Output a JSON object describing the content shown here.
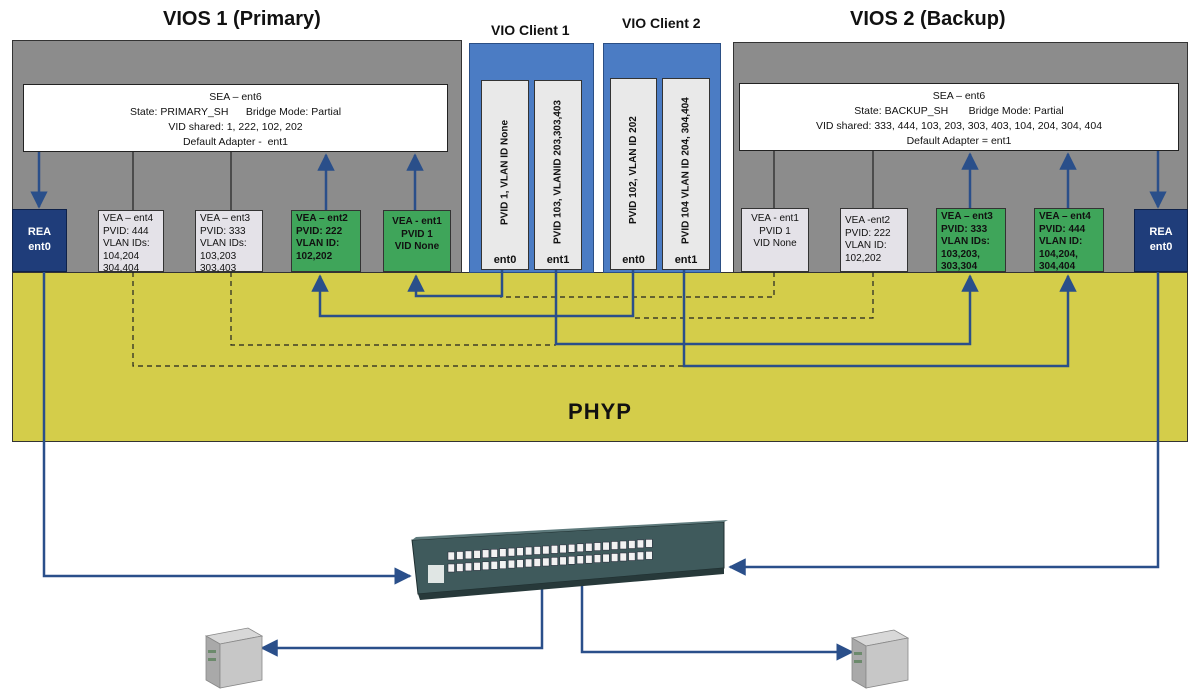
{
  "vios1": {
    "title": "VIOS 1 (Primary)",
    "sea": {
      "lines": [
        "SEA – ent6",
        "State: PRIMARY_SH      Bridge Mode: Partial",
        "VID shared: 1, 222, 102, 202",
        "Default Adapter -  ent1"
      ]
    },
    "rea": {
      "lines": [
        "REA",
        "ent0"
      ]
    },
    "vea": [
      {
        "lines": [
          "VEA – ent4",
          "PVID: 444",
          "VLAN IDs:",
          "104,204",
          "304,404"
        ],
        "style": "gray"
      },
      {
        "lines": [
          "VEA – ent3",
          "PVID: 333",
          "VLAN IDs:",
          "103,203",
          "303,403"
        ],
        "style": "gray"
      },
      {
        "lines": [
          "VEA – ent2",
          "PVID: 222",
          "VLAN ID:",
          "102,202"
        ],
        "style": "green"
      },
      {
        "lines": [
          "VEA - ent1",
          "PVID 1",
          "VID None"
        ],
        "style": "green"
      }
    ]
  },
  "vios2": {
    "title": "VIOS 2 (Backup)",
    "sea": {
      "lines": [
        "SEA – ent6",
        "State: BACKUP_SH       Bridge Mode: Partial",
        "VID shared: 333, 444, 103, 203, 303, 403, 104, 204, 304, 404",
        "Default Adapter = ent1"
      ]
    },
    "rea": {
      "lines": [
        "REA",
        "ent0"
      ]
    },
    "vea": [
      {
        "lines": [
          "VEA - ent1",
          "PVID 1",
          "VID None"
        ],
        "style": "gray"
      },
      {
        "lines": [
          "VEA -ent2",
          "PVID: 222",
          "VLAN ID:",
          "102,202"
        ],
        "style": "gray"
      },
      {
        "lines": [
          "VEA – ent3",
          "PVID: 333",
          "VLAN IDs:",
          "103,203,",
          "303,304"
        ],
        "style": "green"
      },
      {
        "lines": [
          "VEA – ent4",
          "PVID: 444",
          "VLAN ID:",
          "104,204,",
          "304,404"
        ],
        "style": "green"
      }
    ]
  },
  "client1": {
    "title": "VIO Client 1",
    "adapters": [
      {
        "label": "PVID 1, VLAN ID None",
        "ent": "ent0"
      },
      {
        "label": "PVID 103, VLANID 203,303,403",
        "ent": "ent1"
      }
    ]
  },
  "client2": {
    "title": "VIO Client 2",
    "adapters": [
      {
        "label": "PVID 102, VLAN ID 202",
        "ent": "ent0"
      },
      {
        "label": "PVID 104 VLAN ID 204, 304,404",
        "ent": "ent1"
      }
    ]
  },
  "phyp": {
    "label": "PHYP"
  },
  "colors": {
    "vios_bg": "#8c8c8c",
    "phyp_bg": "#d4cd4a",
    "client_bg": "#4b7cc4",
    "rea_bg": "#1f3d7a",
    "vea_active": "#3fa55a",
    "vea_inactive": "#e4e2e8",
    "wire": "#2a4f8a",
    "switch": "#3f5a5c"
  },
  "icons": {
    "switch": "network-switch-icon",
    "server": "server-tower-icon"
  }
}
